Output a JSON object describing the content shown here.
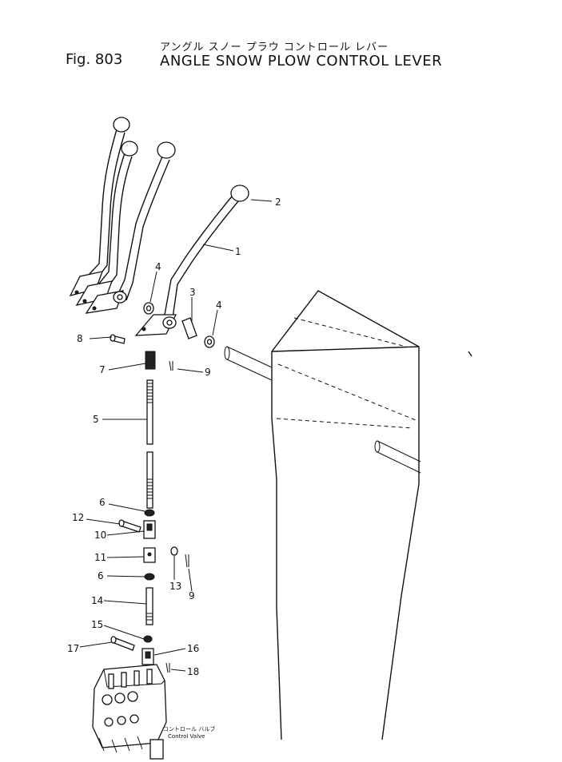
{
  "header": {
    "fig": "Fig.  803",
    "title_jp": "アングル スノー プラウ コントロール レバー",
    "title_en": "ANGLE SNOW PLOW CONTROL LEVER"
  },
  "callouts": [
    {
      "key": "c1",
      "text": "1"
    },
    {
      "key": "c2",
      "text": "2"
    },
    {
      "key": "c3",
      "text": "3"
    },
    {
      "key": "c4a",
      "text": "4"
    },
    {
      "key": "c4b",
      "text": "4"
    },
    {
      "key": "c5",
      "text": "5"
    },
    {
      "key": "c6a",
      "text": "6"
    },
    {
      "key": "c6b",
      "text": "6"
    },
    {
      "key": "c7",
      "text": "7"
    },
    {
      "key": "c8",
      "text": "8"
    },
    {
      "key": "c9a",
      "text": "9"
    },
    {
      "key": "c9b",
      "text": "9"
    },
    {
      "key": "c10",
      "text": "10"
    },
    {
      "key": "c11",
      "text": "11"
    },
    {
      "key": "c12",
      "text": "12"
    },
    {
      "key": "c13",
      "text": "13"
    },
    {
      "key": "c14",
      "text": "14"
    },
    {
      "key": "c15",
      "text": "15"
    },
    {
      "key": "c16",
      "text": "16"
    },
    {
      "key": "c17",
      "text": "17"
    },
    {
      "key": "c18",
      "text": "18"
    }
  ],
  "control_valve": {
    "label_jp": "コントロール バルブ",
    "label_en": "Control Valve"
  }
}
